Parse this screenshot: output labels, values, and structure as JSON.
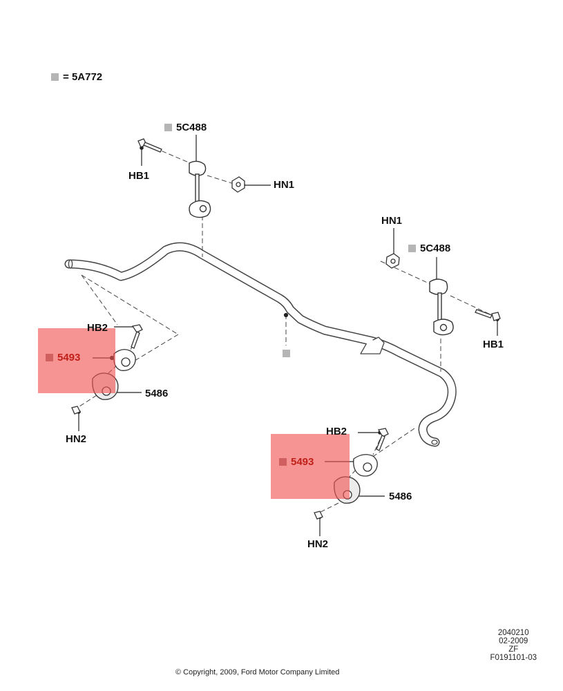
{
  "legend": {
    "symbol": "=",
    "part": "5A772"
  },
  "labels": {
    "link_left": "5C488",
    "link_right": "5C488",
    "bolt_left": "HB1",
    "bolt_right": "HB1",
    "nut_left": "HN1",
    "nut_right": "HN1",
    "hb2_left": "HB2",
    "hb2_right": "HB2",
    "bracket_left": "5493",
    "bracket_right": "5493",
    "bushing_left": "5486",
    "bushing_right": "5486",
    "hn2_left": "HN2",
    "hn2_right": "HN2"
  },
  "footer": {
    "copyright": "© Copyright, 2009, Ford Motor Company Limited",
    "code_lines": [
      "2040210",
      "02-2009",
      "ZF",
      "F0191101-03"
    ]
  },
  "colors": {
    "highlight": "#f05050",
    "line": "#333333",
    "legend_square": "#b5b5b5",
    "highlighted_label": "#c0201a"
  }
}
